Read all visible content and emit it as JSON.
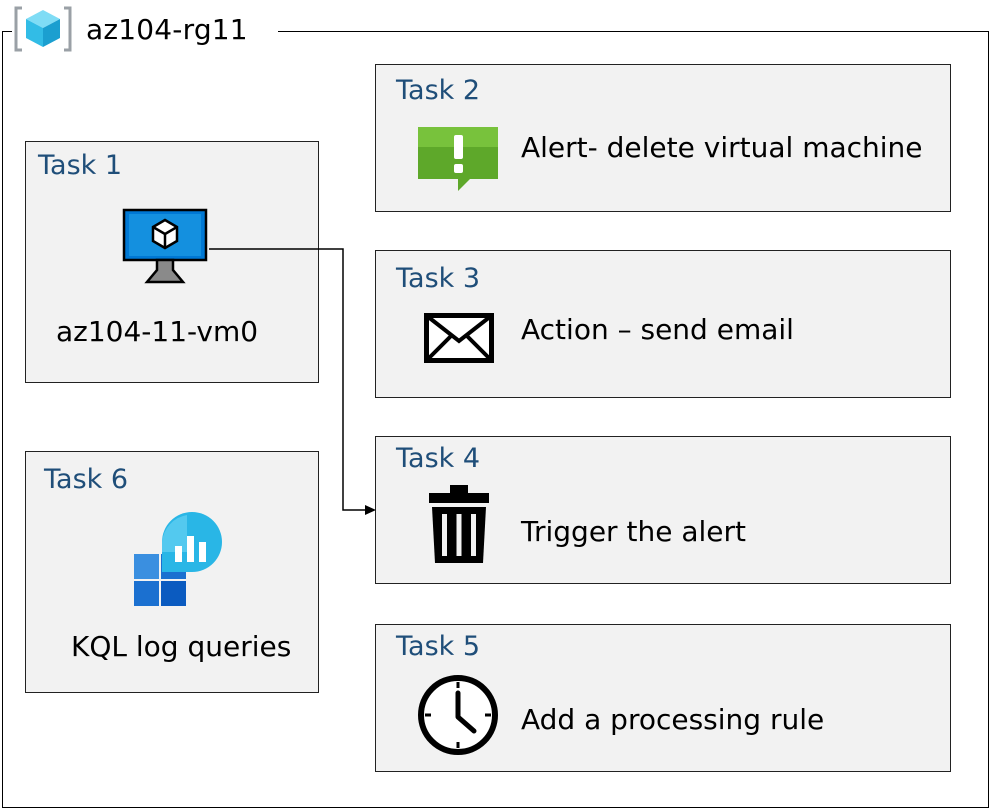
{
  "resource_group": {
    "title": "az104-rg11",
    "icon": "resource-group-icon"
  },
  "tasks": [
    {
      "label": "Task 1",
      "text": "az104-11-vm0",
      "icon": "virtual-machine-icon"
    },
    {
      "label": "Task 2",
      "text": "Alert- delete virtual machine",
      "icon": "alert-icon"
    },
    {
      "label": "Task 3",
      "text": "Action – send email",
      "icon": "envelope-icon"
    },
    {
      "label": "Task 4",
      "text": "Trigger the alert",
      "icon": "trash-icon"
    },
    {
      "label": "Task 5",
      "text": "Add a processing rule",
      "icon": "clock-icon"
    },
    {
      "label": "Task 6",
      "text": "KQL log queries",
      "icon": "log-analytics-icon"
    }
  ],
  "colors": {
    "task_label": "#1f4e79",
    "box_fill": "#f2f2f2",
    "alert_green": "#5ea82a",
    "vm_blue": "#0078d4",
    "log_cyan": "#29b6e6"
  }
}
